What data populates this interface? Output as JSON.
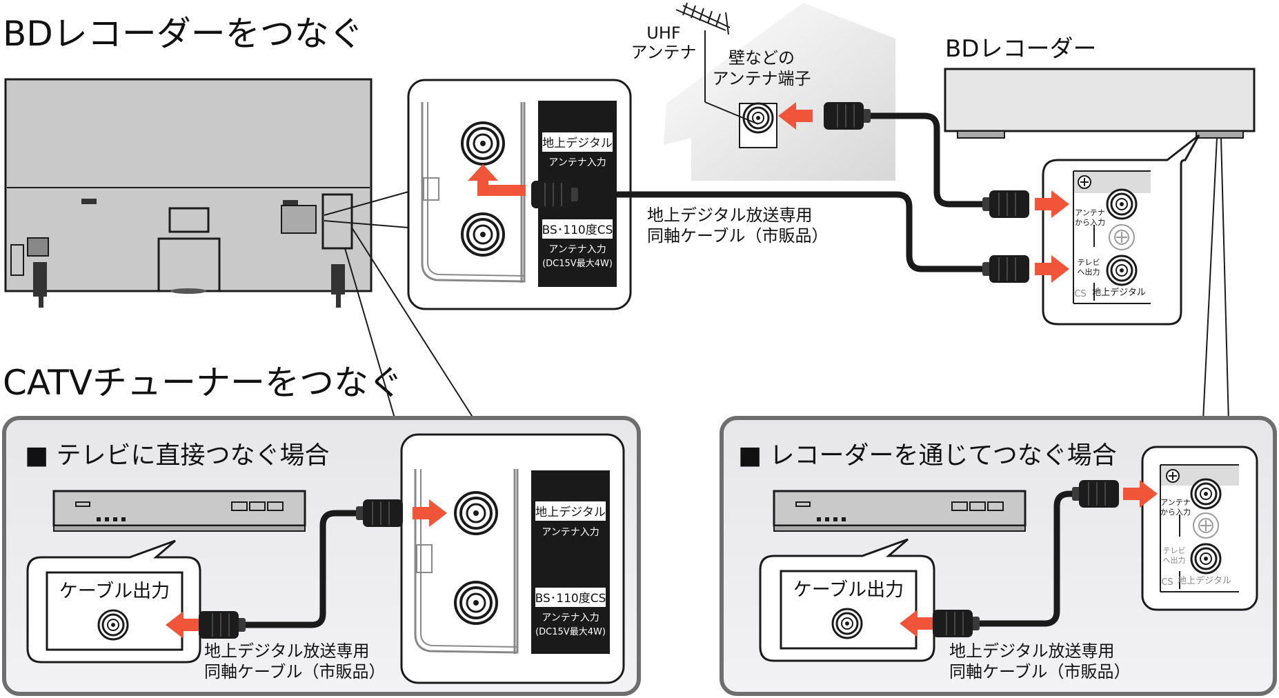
{
  "titles": {
    "bd": "BDレコーダーをつなぐ",
    "catv": "CATVチューナーをつなぐ"
  },
  "labels": {
    "uhf_line1": "UHF",
    "uhf_line2": "アンテナ",
    "wall_line1": "壁などの",
    "wall_line2": "アンテナ端子",
    "bd_recorder": "BDレコーダー",
    "cable_line1": "地上デジタル放送専用",
    "cable_line2": "同軸ケーブル（市販品）"
  },
  "tv_panel": {
    "terrestrial": "地上デジタル",
    "terrestrial_sub": "アンテナ入力",
    "bs": "BS･110度CS",
    "bs_sub": "アンテナ入力",
    "bs_sub2": "(DC15V最大4W)"
  },
  "recorder_panel": {
    "antenna_in_1": "アンテナ",
    "antenna_in_2": "から入力",
    "tv_out_1": "テレビ",
    "tv_out_2": "へ出力",
    "cs": "CS",
    "terrestrial": "地上デジタル"
  },
  "catv_direct": {
    "heading": "■ テレビに直接つなぐ場合",
    "cable_out": "ケーブル出力"
  },
  "catv_via": {
    "heading": "■ レコーダーを通じてつなぐ場合",
    "cable_out": "ケーブル出力"
  },
  "colors": {
    "arrow": "#f0553a",
    "panel_bg": "#ebebeb",
    "device_gray": "#c4c4c4",
    "dark_label": "#1a1a1a"
  }
}
